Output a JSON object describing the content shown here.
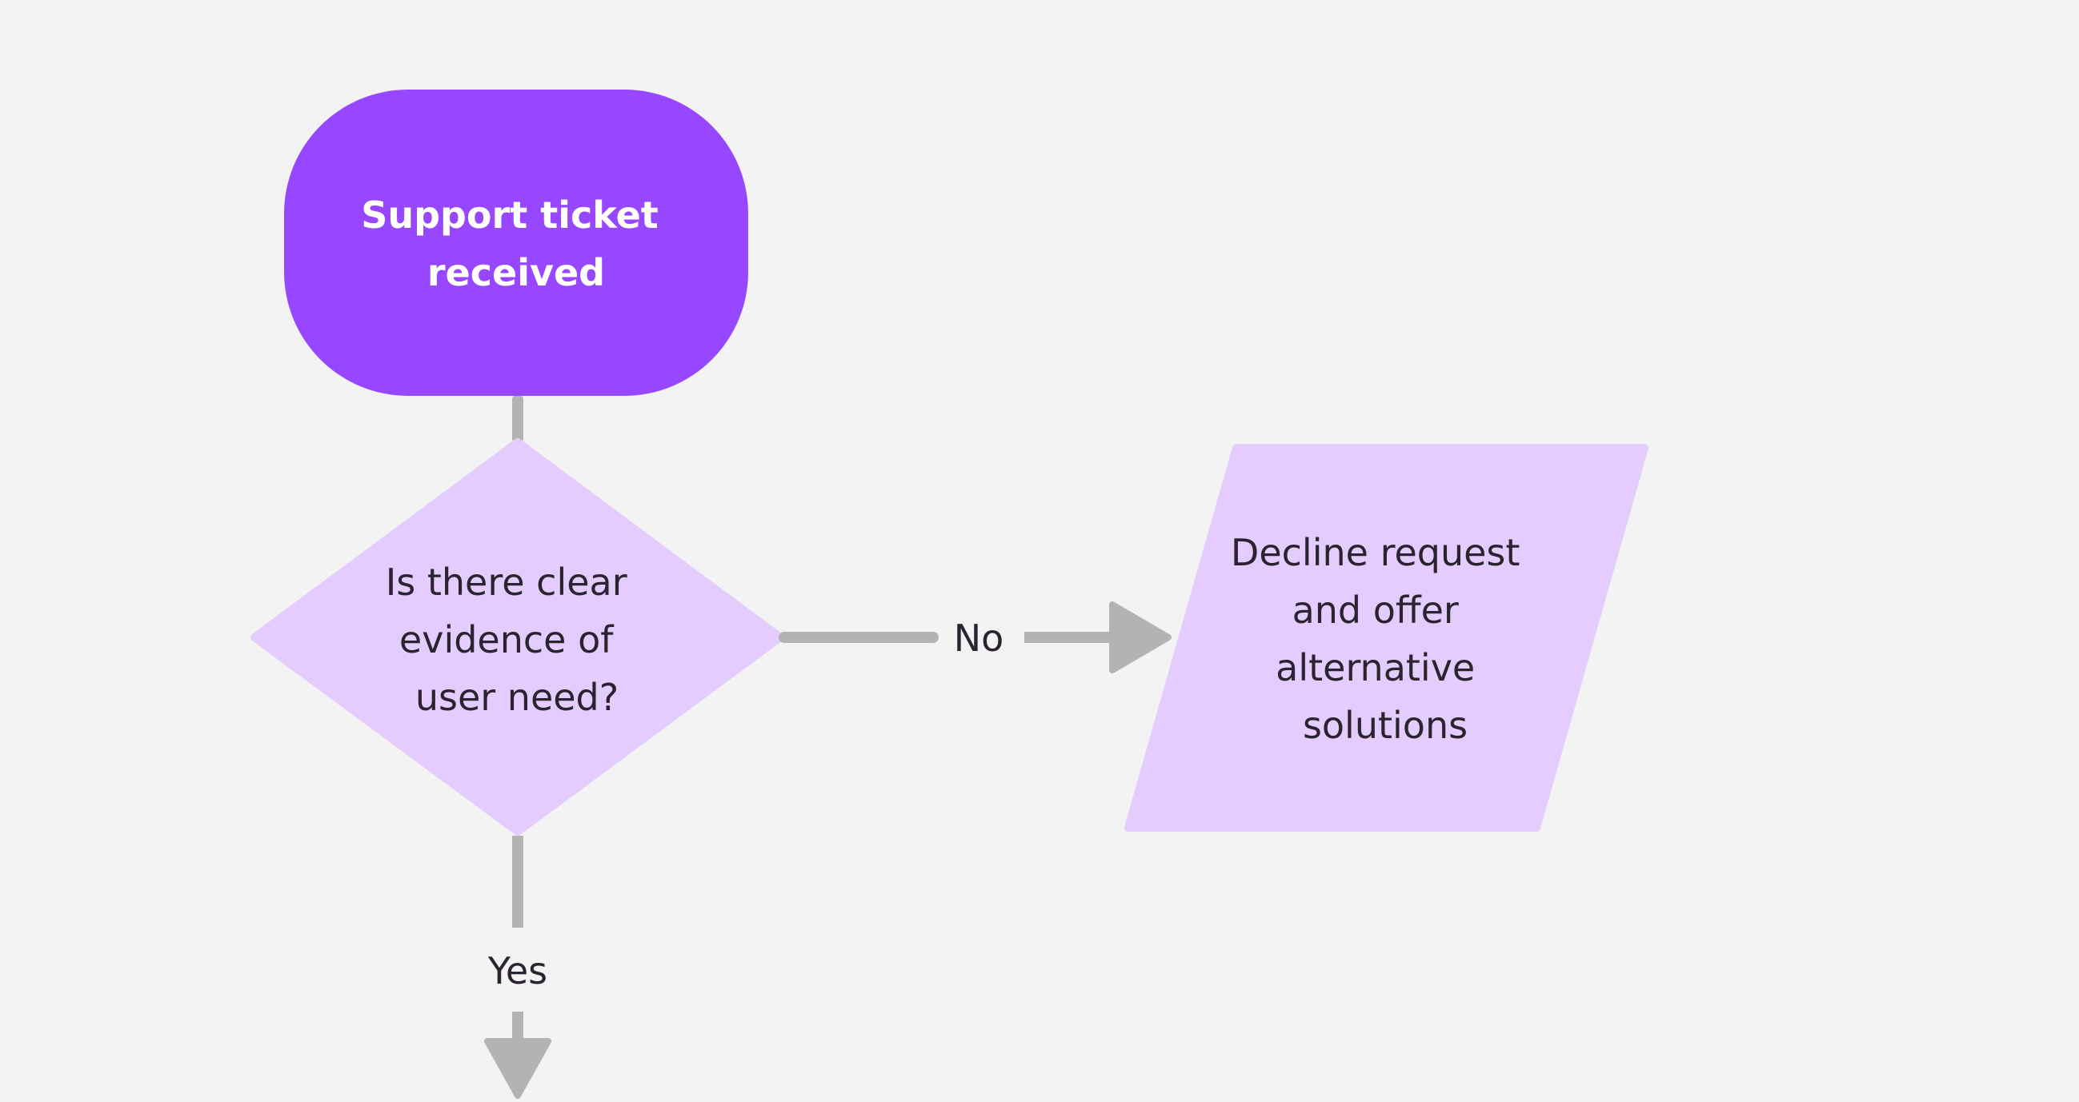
{
  "flowchart": {
    "colors": {
      "background": "#f3f3f3",
      "start_fill": "#9747ff",
      "node_fill": "#e4ccff",
      "connector": "#b3b3b3",
      "text_dark": "#2b2430",
      "text_light": "#ffffff"
    },
    "nodes": {
      "start": {
        "shape": "terminator",
        "lines": [
          "Support ticket",
          "received"
        ]
      },
      "decision": {
        "shape": "diamond",
        "lines": [
          "Is there clear",
          "evidence of",
          "user need?"
        ]
      },
      "decline": {
        "shape": "parallelogram",
        "lines": [
          "Decline request",
          "and offer",
          "alternative",
          "solutions"
        ]
      }
    },
    "edges": {
      "no": {
        "from": "decision",
        "to": "decline",
        "label": "No"
      },
      "yes": {
        "from": "decision",
        "to": "offscreen-below",
        "label": "Yes"
      }
    }
  }
}
